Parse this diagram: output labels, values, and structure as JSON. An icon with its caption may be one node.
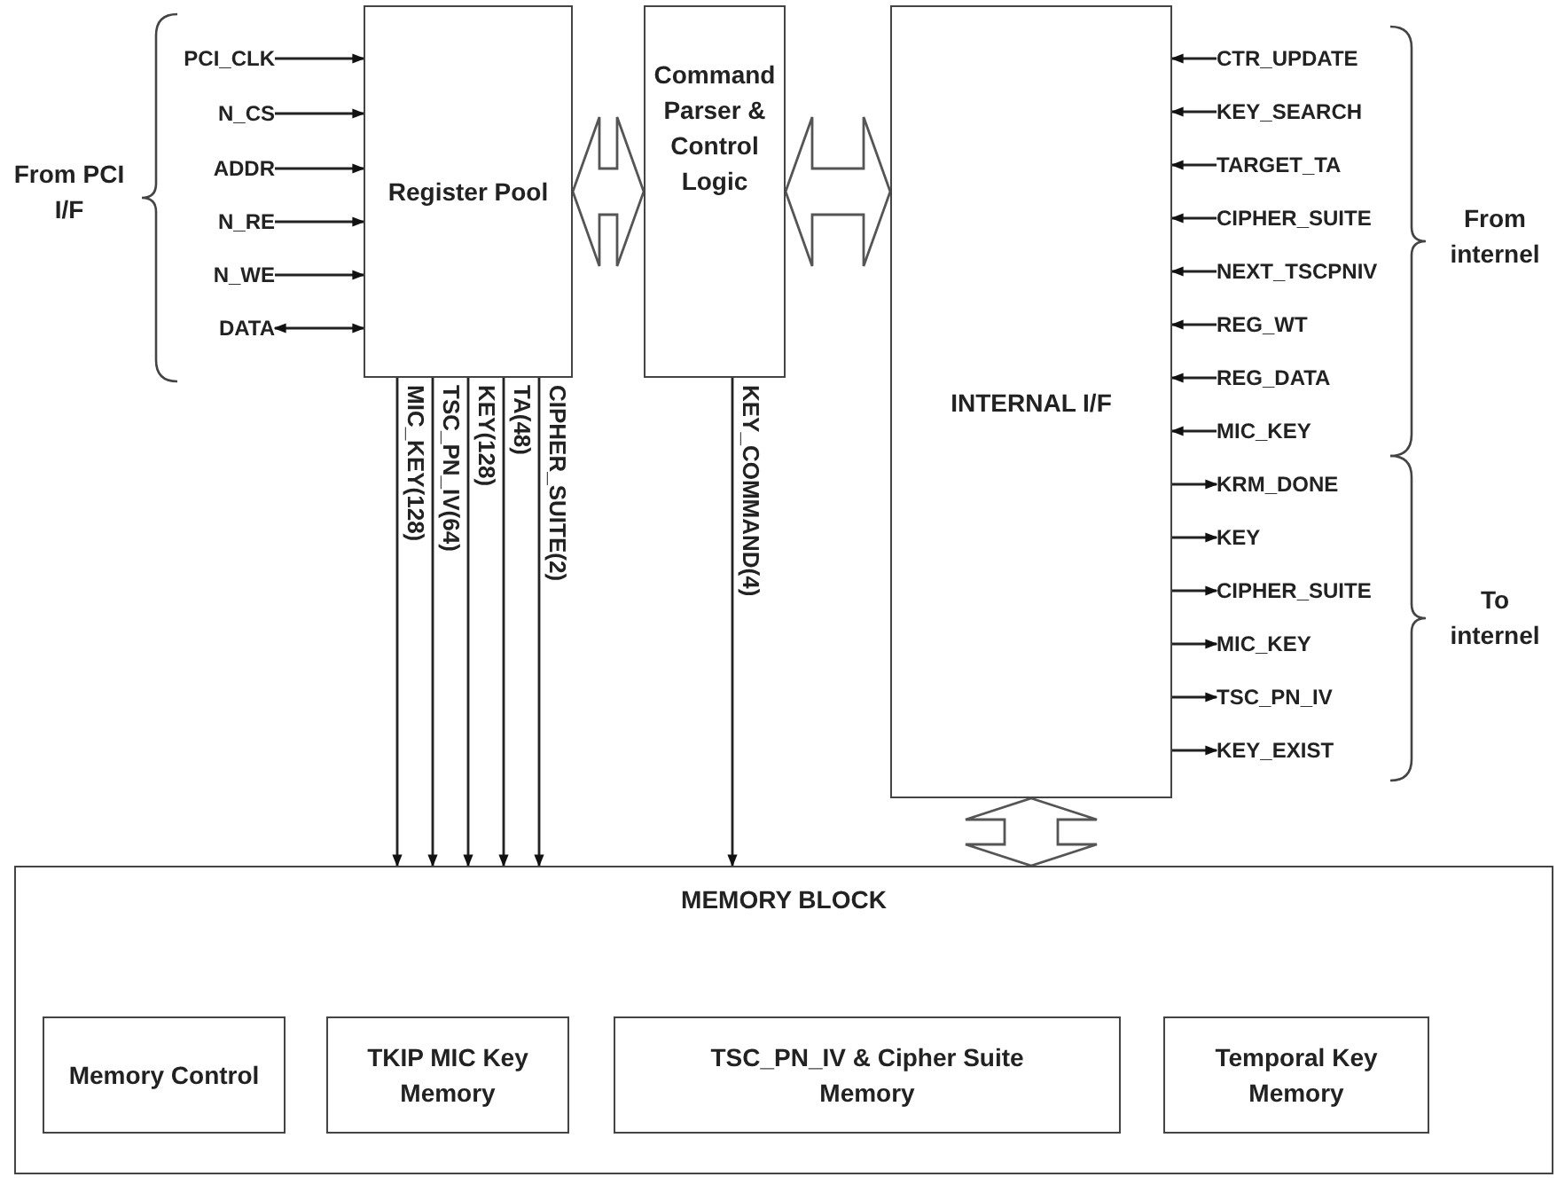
{
  "diagram": {
    "nodes": [
      {
        "text": [
          "Register Pool"
        ]
      },
      {
        "text": [
          "Command Parser & Control Logic"
        ]
      },
      {
        "text": [
          "INTERNAL I/F"
        ]
      },
      {
        "text": [
          "MEMORY BLOCK"
        ]
      },
      {
        "text": [
          "Memory Control"
        ],
        "in": 3
      },
      {
        "text": [
          "TKIP MIC Key Memory"
        ],
        "in": 3
      },
      {
        "text": [
          "TSC_PN_IV & Cipher Suite Memory"
        ],
        "in": 3
      },
      {
        "text": [
          "Temporal Key Memory"
        ],
        "in": 3
      },
      {
        "text": [
          "PCI_CLK"
        ]
      },
      {
        "text": [
          "N_CS"
        ]
      },
      {
        "text": [
          "ADDR"
        ]
      },
      {
        "text": [
          "N_RE"
        ]
      },
      {
        "text": [
          "N_WE"
        ]
      },
      {
        "text": [
          "DATA"
        ]
      },
      {
        "text": [
          "CTR_UPDATE"
        ]
      },
      {
        "text": [
          "KEY_SEARCH"
        ]
      },
      {
        "text": [
          "TARGET_TA"
        ]
      },
      {
        "text": [
          "CIPHER_SUITE"
        ]
      },
      {
        "text": [
          "NEXT_TSCPNIV"
        ]
      },
      {
        "text": [
          "REG_WT"
        ]
      },
      {
        "text": [
          "REG_DATA"
        ]
      },
      {
        "text": [
          "MIC_KEY"
        ]
      },
      {
        "text": [
          "KRM_DONE"
        ]
      },
      {
        "text": [
          "KEY"
        ]
      },
      {
        "text": [
          "CIPHER_SUITE"
        ]
      },
      {
        "text": [
          "MIC_KEY"
        ]
      },
      {
        "text": [
          "TSC_PN_IV"
        ]
      },
      {
        "text": [
          "KEY_EXIST"
        ]
      }
    ],
    "edges": [
      {
        "from": 8,
        "to": 0,
        "arrow": "to"
      },
      {
        "from": 9,
        "to": 0,
        "arrow": "to"
      },
      {
        "from": 10,
        "to": 0,
        "arrow": "to"
      },
      {
        "from": 11,
        "to": 0,
        "arrow": "to"
      },
      {
        "from": 12,
        "to": 0,
        "arrow": "to"
      },
      {
        "from": 13,
        "to": 0,
        "arrow": "both"
      },
      {
        "from": 14,
        "to": 2,
        "arrow": "to"
      },
      {
        "from": 15,
        "to": 2,
        "arrow": "to"
      },
      {
        "from": 16,
        "to": 2,
        "arrow": "to"
      },
      {
        "from": 17,
        "to": 2,
        "arrow": "to"
      },
      {
        "from": 18,
        "to": 2,
        "arrow": "to"
      },
      {
        "from": 19,
        "to": 2,
        "arrow": "to"
      },
      {
        "from": 20,
        "to": 2,
        "arrow": "to"
      },
      {
        "from": 21,
        "to": 2,
        "arrow": "to"
      },
      {
        "from": 2,
        "to": 22,
        "arrow": "to"
      },
      {
        "from": 2,
        "to": 23,
        "arrow": "to"
      },
      {
        "from": 2,
        "to": 24,
        "arrow": "to"
      },
      {
        "from": 2,
        "to": 25,
        "arrow": "to"
      },
      {
        "from": 2,
        "to": 26,
        "arrow": "to"
      },
      {
        "from": 2,
        "to": 27,
        "arrow": "to"
      },
      {
        "from": 0,
        "to": 3,
        "arrow": "to",
        "label": "MIC_KEY(128)"
      },
      {
        "from": 0,
        "to": 3,
        "arrow": "to",
        "label": "TSC_PN_IV(64)"
      },
      {
        "from": 0,
        "to": 3,
        "arrow": "to",
        "label": "KEY(128)"
      },
      {
        "from": 0,
        "to": 3,
        "arrow": "to",
        "label": "TA(48)"
      },
      {
        "from": 0,
        "to": 3,
        "arrow": "to",
        "label": "CIPHER_SUITE(2)"
      },
      {
        "from": 1,
        "to": 3,
        "arrow": "to",
        "label": "KEY_COMMAND(4)"
      },
      {
        "from": 0,
        "to": 1,
        "arrow": "both",
        "style": "thick"
      },
      {
        "from": 1,
        "to": 2,
        "arrow": "both",
        "style": "thick"
      },
      {
        "from": 2,
        "to": 3,
        "arrow": "both",
        "style": "thick"
      }
    ],
    "labels": [
      "From PCI I/F",
      "From internel",
      "To internel"
    ]
  }
}
